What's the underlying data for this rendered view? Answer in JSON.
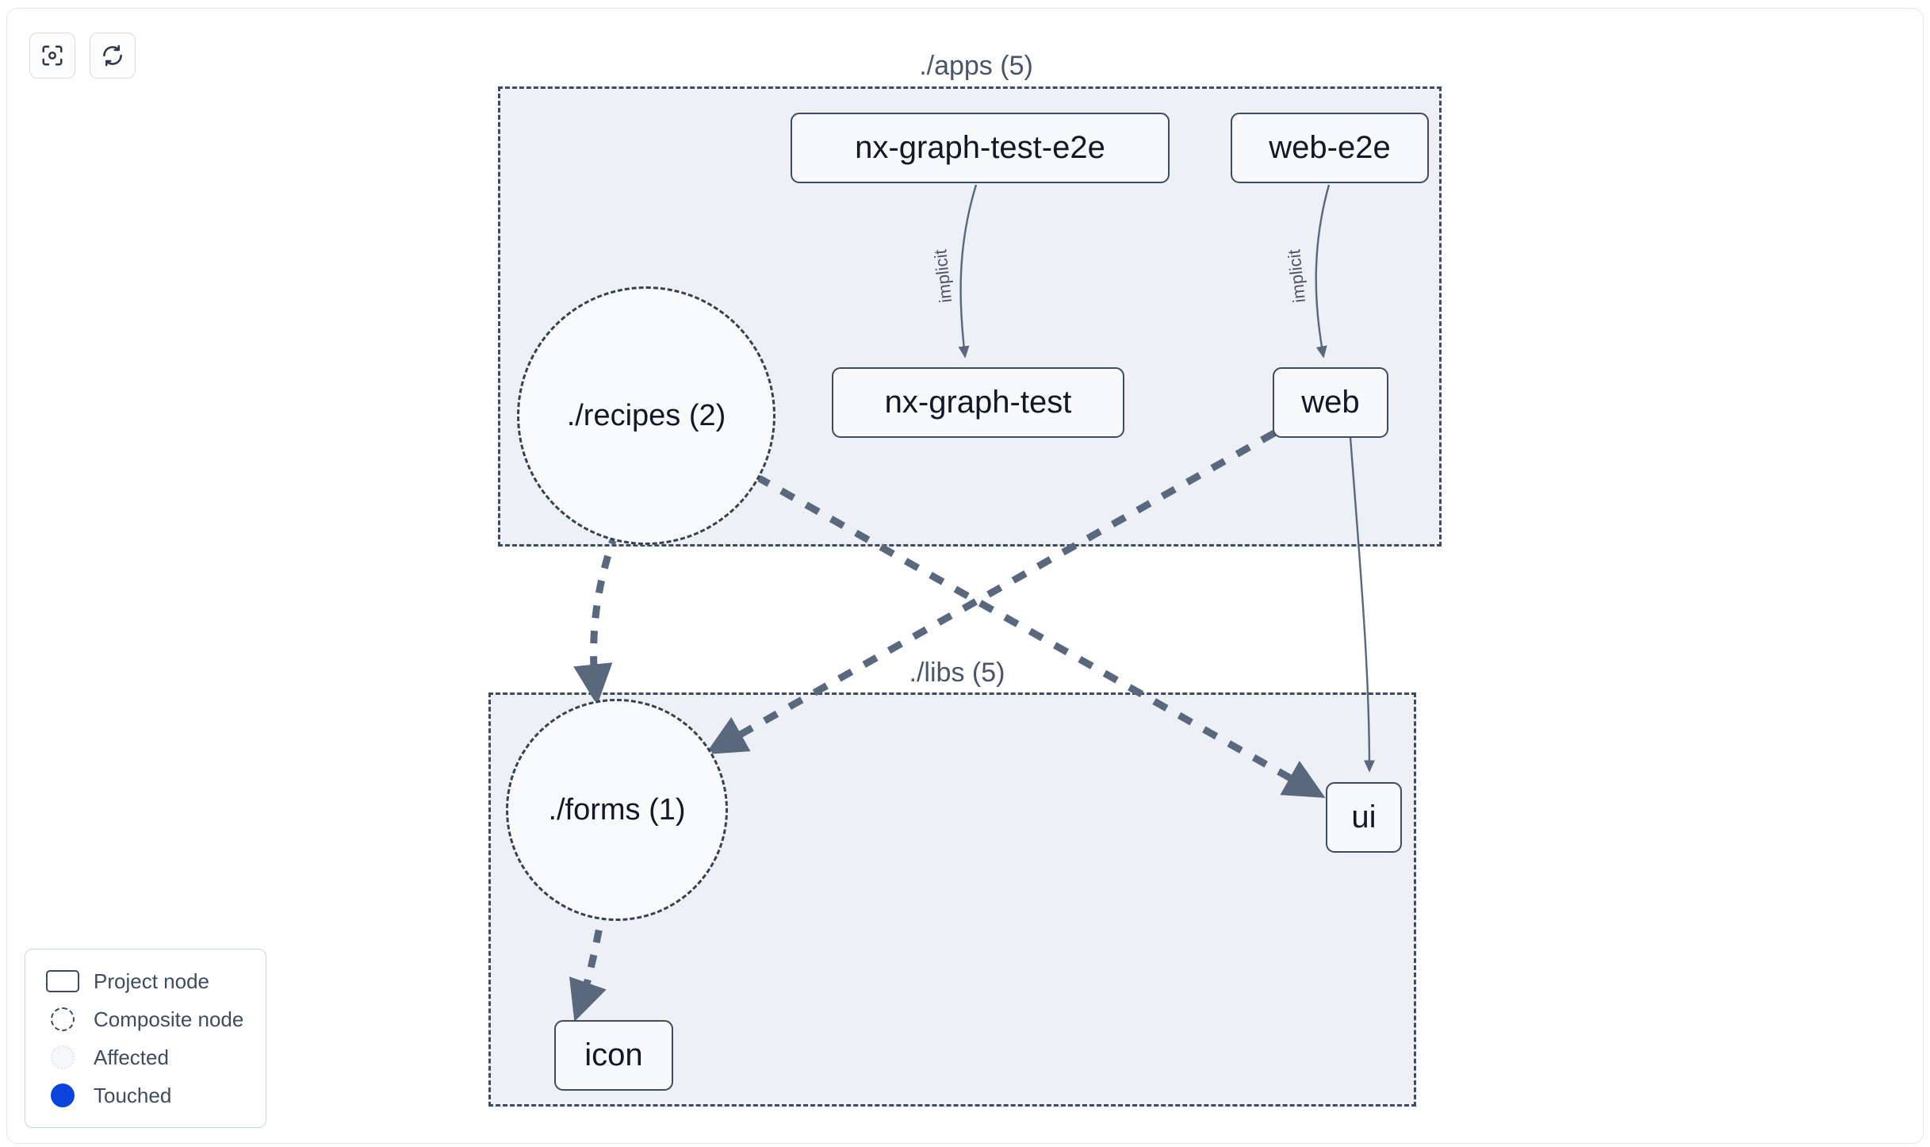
{
  "toolbar": {
    "buttons": [
      {
        "name": "focus-graph-button",
        "icon": "focus-target-icon",
        "label": ""
      },
      {
        "name": "refresh-graph-button",
        "icon": "refresh-icon",
        "label": ""
      }
    ]
  },
  "graph": {
    "groups": [
      {
        "id": "apps",
        "label": "./apps (5)"
      },
      {
        "id": "libs",
        "label": "./libs (5)"
      }
    ],
    "nodes": [
      {
        "id": "nx-graph-test-e2e",
        "label": "nx-graph-test-e2e",
        "type": "project",
        "group": "apps"
      },
      {
        "id": "web-e2e",
        "label": "web-e2e",
        "type": "project",
        "group": "apps"
      },
      {
        "id": "nx-graph-test",
        "label": "nx-graph-test",
        "type": "project",
        "group": "apps"
      },
      {
        "id": "web",
        "label": "web",
        "type": "project",
        "group": "apps"
      },
      {
        "id": "recipes",
        "label": "./recipes (2)",
        "type": "composite",
        "group": "apps"
      },
      {
        "id": "forms",
        "label": "./forms (1)",
        "type": "composite",
        "group": "libs"
      },
      {
        "id": "ui",
        "label": "ui",
        "type": "project",
        "group": "libs"
      },
      {
        "id": "icon",
        "label": "icon",
        "type": "project",
        "group": "libs"
      }
    ],
    "edges": [
      {
        "source": "nx-graph-test-e2e",
        "target": "nx-graph-test",
        "label": "implicit",
        "style": "solid"
      },
      {
        "source": "web-e2e",
        "target": "web",
        "label": "implicit",
        "style": "solid"
      },
      {
        "source": "web",
        "target": "ui",
        "label": "",
        "style": "solid"
      },
      {
        "source": "recipes",
        "target": "forms",
        "label": "",
        "style": "dashed"
      },
      {
        "source": "recipes",
        "target": "ui",
        "label": "",
        "style": "dashed"
      },
      {
        "source": "web",
        "target": "forms",
        "label": "",
        "style": "dashed"
      },
      {
        "source": "forms",
        "target": "icon",
        "label": "",
        "style": "dashed"
      }
    ]
  },
  "legend": {
    "items": [
      {
        "swatch": "project-node-swatch",
        "label": "Project node"
      },
      {
        "swatch": "composite-node-swatch",
        "label": "Composite node"
      },
      {
        "swatch": "affected-swatch",
        "label": "Affected"
      },
      {
        "swatch": "touched-swatch",
        "label": "Touched"
      }
    ]
  },
  "colors": {
    "group_fill": "#edf0f5",
    "node_fill": "#f7f9fb",
    "node_stroke": "#3f4c5f",
    "edge_stroke": "#5a687e",
    "touched": "#0b44dd",
    "canvas": "#ffffff"
  }
}
